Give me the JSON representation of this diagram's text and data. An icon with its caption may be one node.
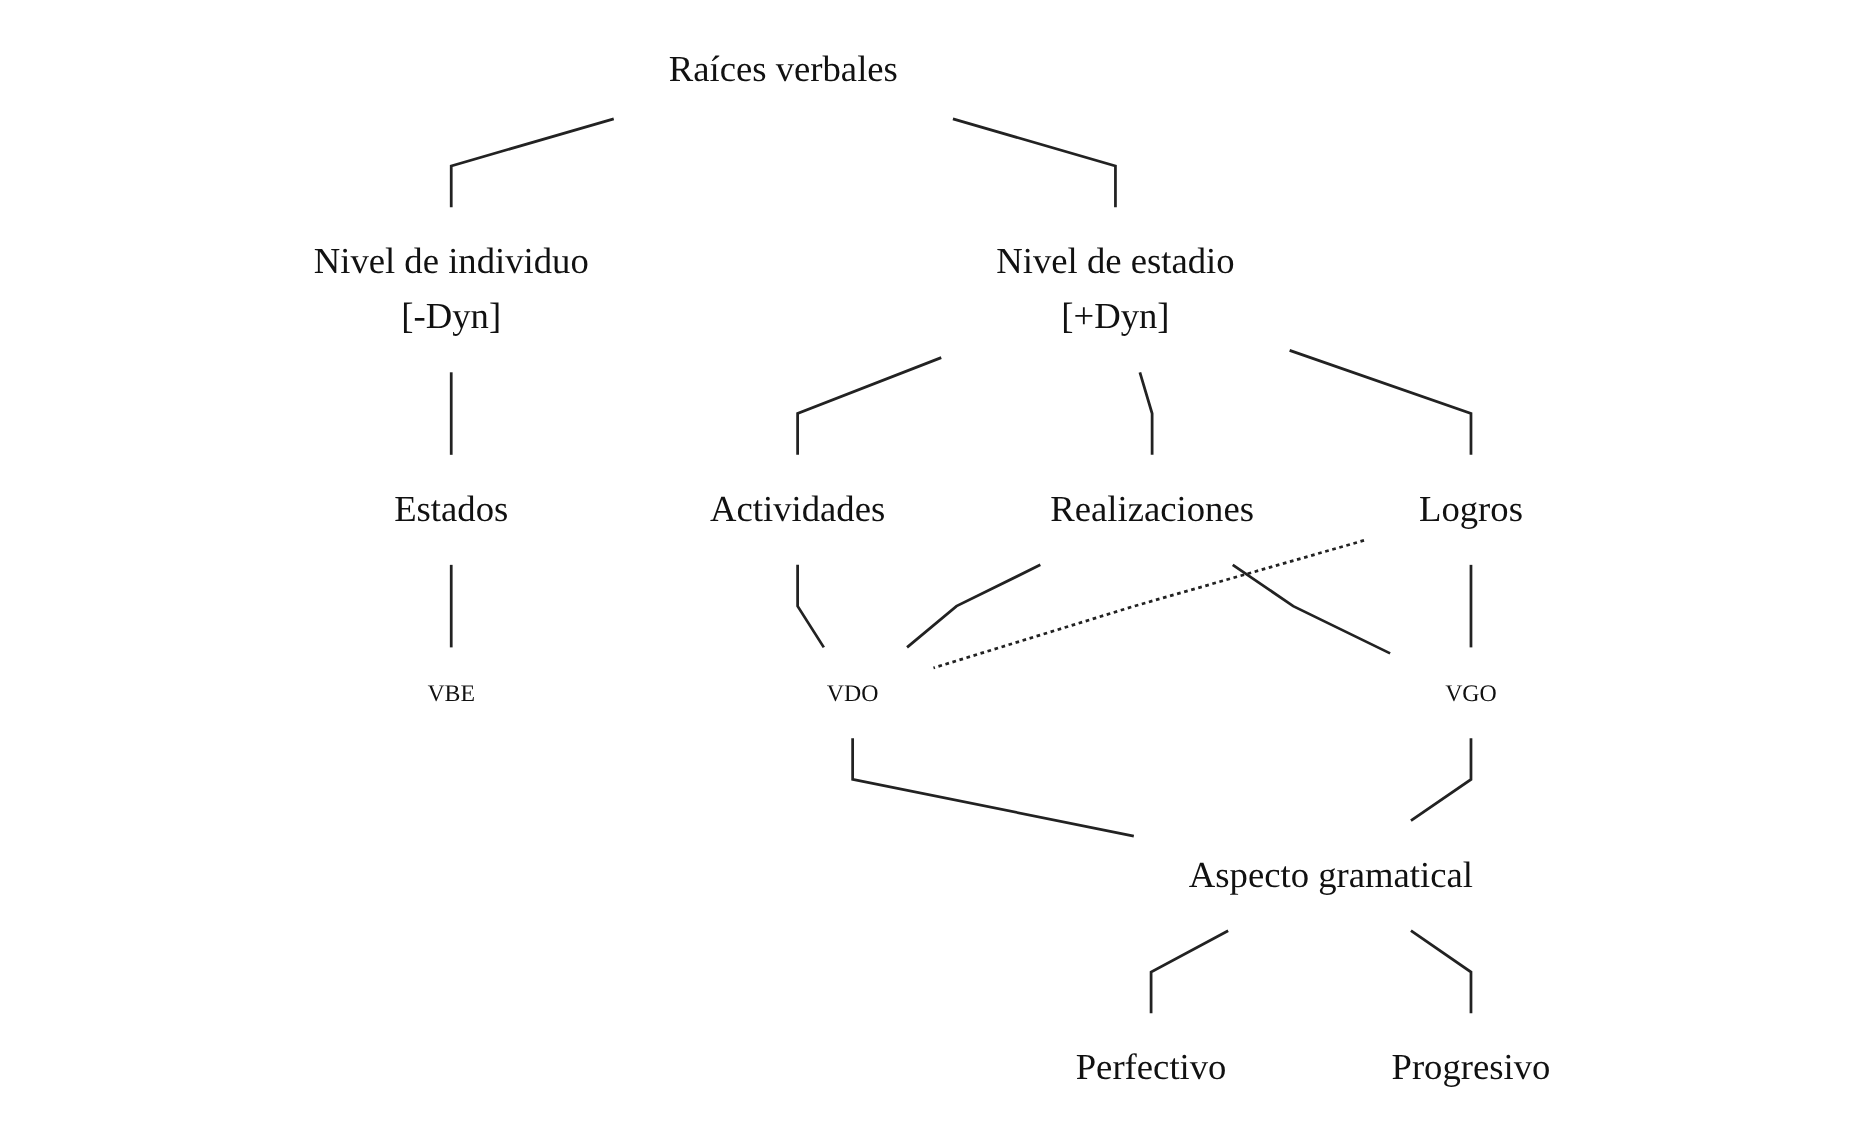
{
  "diagram": {
    "nodes": [
      {
        "text": [
          "Raíces verbales"
        ]
      },
      {
        "text": [
          "Nivel de individuo",
          "[-Dyn]"
        ]
      },
      {
        "text": [
          "Nivel de estadio",
          "[+Dyn]"
        ]
      },
      {
        "text": [
          "Estados"
        ]
      },
      {
        "text": [
          "Actividades"
        ]
      },
      {
        "text": [
          "Realizaciones"
        ]
      },
      {
        "text": [
          "Logros"
        ]
      },
      {
        "text": [
          "VBE"
        ]
      },
      {
        "text": [
          "VDO"
        ]
      },
      {
        "text": [
          "VGO"
        ]
      },
      {
        "text": [
          "Aspecto gramatical"
        ]
      },
      {
        "text": [
          "Perfectivo"
        ]
      },
      {
        "text": [
          "Progresivo"
        ]
      }
    ],
    "edges": [
      {
        "from": 0,
        "to": 1,
        "arrow": "none"
      },
      {
        "from": 0,
        "to": 2,
        "arrow": "none"
      },
      {
        "from": 1,
        "to": 3,
        "arrow": "none"
      },
      {
        "from": 2,
        "to": 4,
        "arrow": "none"
      },
      {
        "from": 2,
        "to": 5,
        "arrow": "none"
      },
      {
        "from": 2,
        "to": 6,
        "arrow": "none"
      },
      {
        "from": 3,
        "to": 7,
        "arrow": "none"
      },
      {
        "from": 4,
        "to": 8,
        "arrow": "none"
      },
      {
        "from": 5,
        "to": 8,
        "arrow": "none"
      },
      {
        "from": 6,
        "to": 8,
        "arrow": "none",
        "style": "dashed"
      },
      {
        "from": 5,
        "to": 9,
        "arrow": "none"
      },
      {
        "from": 6,
        "to": 9,
        "arrow": "none"
      },
      {
        "from": 8,
        "to": 10,
        "arrow": "none"
      },
      {
        "from": 9,
        "to": 10,
        "arrow": "none"
      },
      {
        "from": 10,
        "to": 11,
        "arrow": "none"
      },
      {
        "from": 10,
        "to": 12,
        "arrow": "none"
      }
    ]
  }
}
